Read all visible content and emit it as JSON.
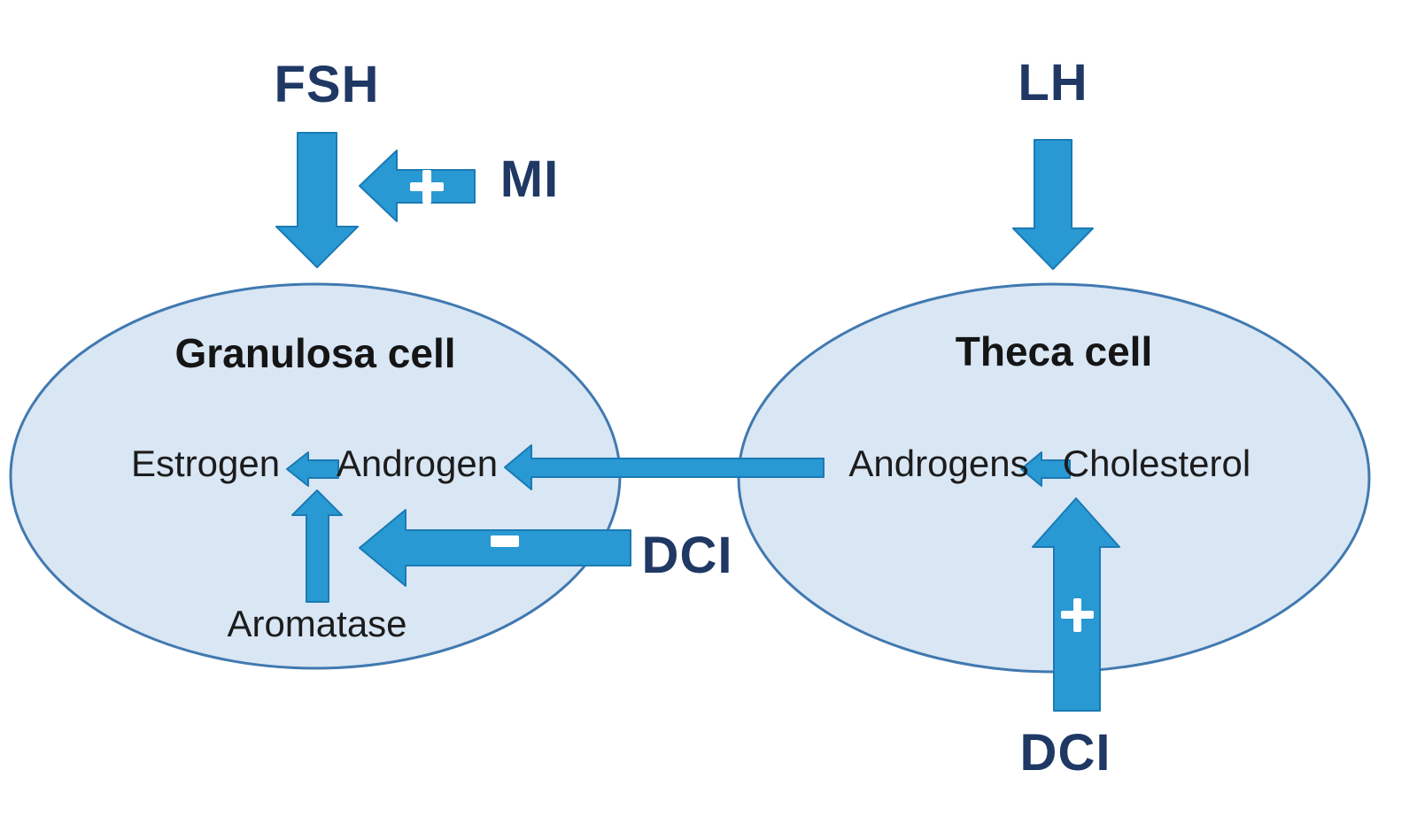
{
  "diagram": {
    "description": "Ovarian follicle steroidogenesis pathway with myo-inositol (MI) and D-chiro-inositol (DCI) actions",
    "colors": {
      "background": "#ffffff",
      "arrow_fill": "#2999d3",
      "arrow_stroke": "#1a7ab4",
      "cell_fill": "#d9e6f4",
      "cell_stroke": "#4179b0",
      "navy_text": "#1f3864",
      "black_text": "#1c1c1c",
      "sign_color": "#ffffff"
    },
    "hormones": {
      "fsh": "FSH",
      "lh": "LH"
    },
    "modulators": {
      "mi": "MI",
      "dci_granulosa": "DCI",
      "dci_theca": "DCI"
    },
    "signs": {
      "mi_plus": "+",
      "dci_theca_plus": "+",
      "dci_granulosa_minus": "−"
    },
    "cells": {
      "granulosa": {
        "title": "Granulosa cell",
        "estrogen": "Estrogen",
        "androgen": "Androgen",
        "aromatase": "Aromatase"
      },
      "theca": {
        "title": "Theca cell",
        "androgens": "Androgens",
        "cholesterol": "Cholesterol"
      }
    }
  }
}
